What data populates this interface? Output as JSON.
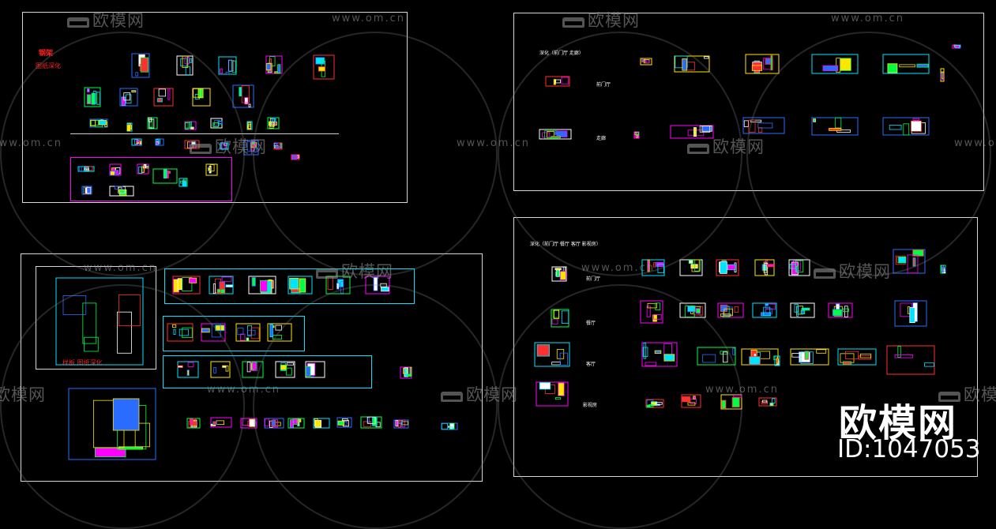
{
  "panels": {
    "top_left": {
      "title": "钢架",
      "subtitle": "图纸深化"
    },
    "top_right": {
      "title": "深化（前门厅 走廊）",
      "row_labels": [
        "前门厅",
        "走廊"
      ]
    },
    "bottom_left": {
      "caption": "样板 图纸深化"
    },
    "bottom_right": {
      "title": "深化（前门厅 餐厅 客厅 影视房）",
      "row_labels": [
        "前门厅",
        "餐厅",
        "客厅",
        "影视房"
      ]
    }
  },
  "watermark": {
    "logo_text": "欧模网",
    "url": "www.om.cn"
  },
  "brand": {
    "name": "欧模网",
    "id_text": "ID:1047053"
  },
  "colors": {
    "background": "#000000",
    "frame": "#d8d8d8",
    "accent_red": "#ff2020",
    "cad_magenta": "#ff00ff",
    "cad_cyan": "#00e5ff",
    "cad_yellow": "#ffe600",
    "cad_green": "#00ff44",
    "cad_blue": "#2a6cff"
  }
}
